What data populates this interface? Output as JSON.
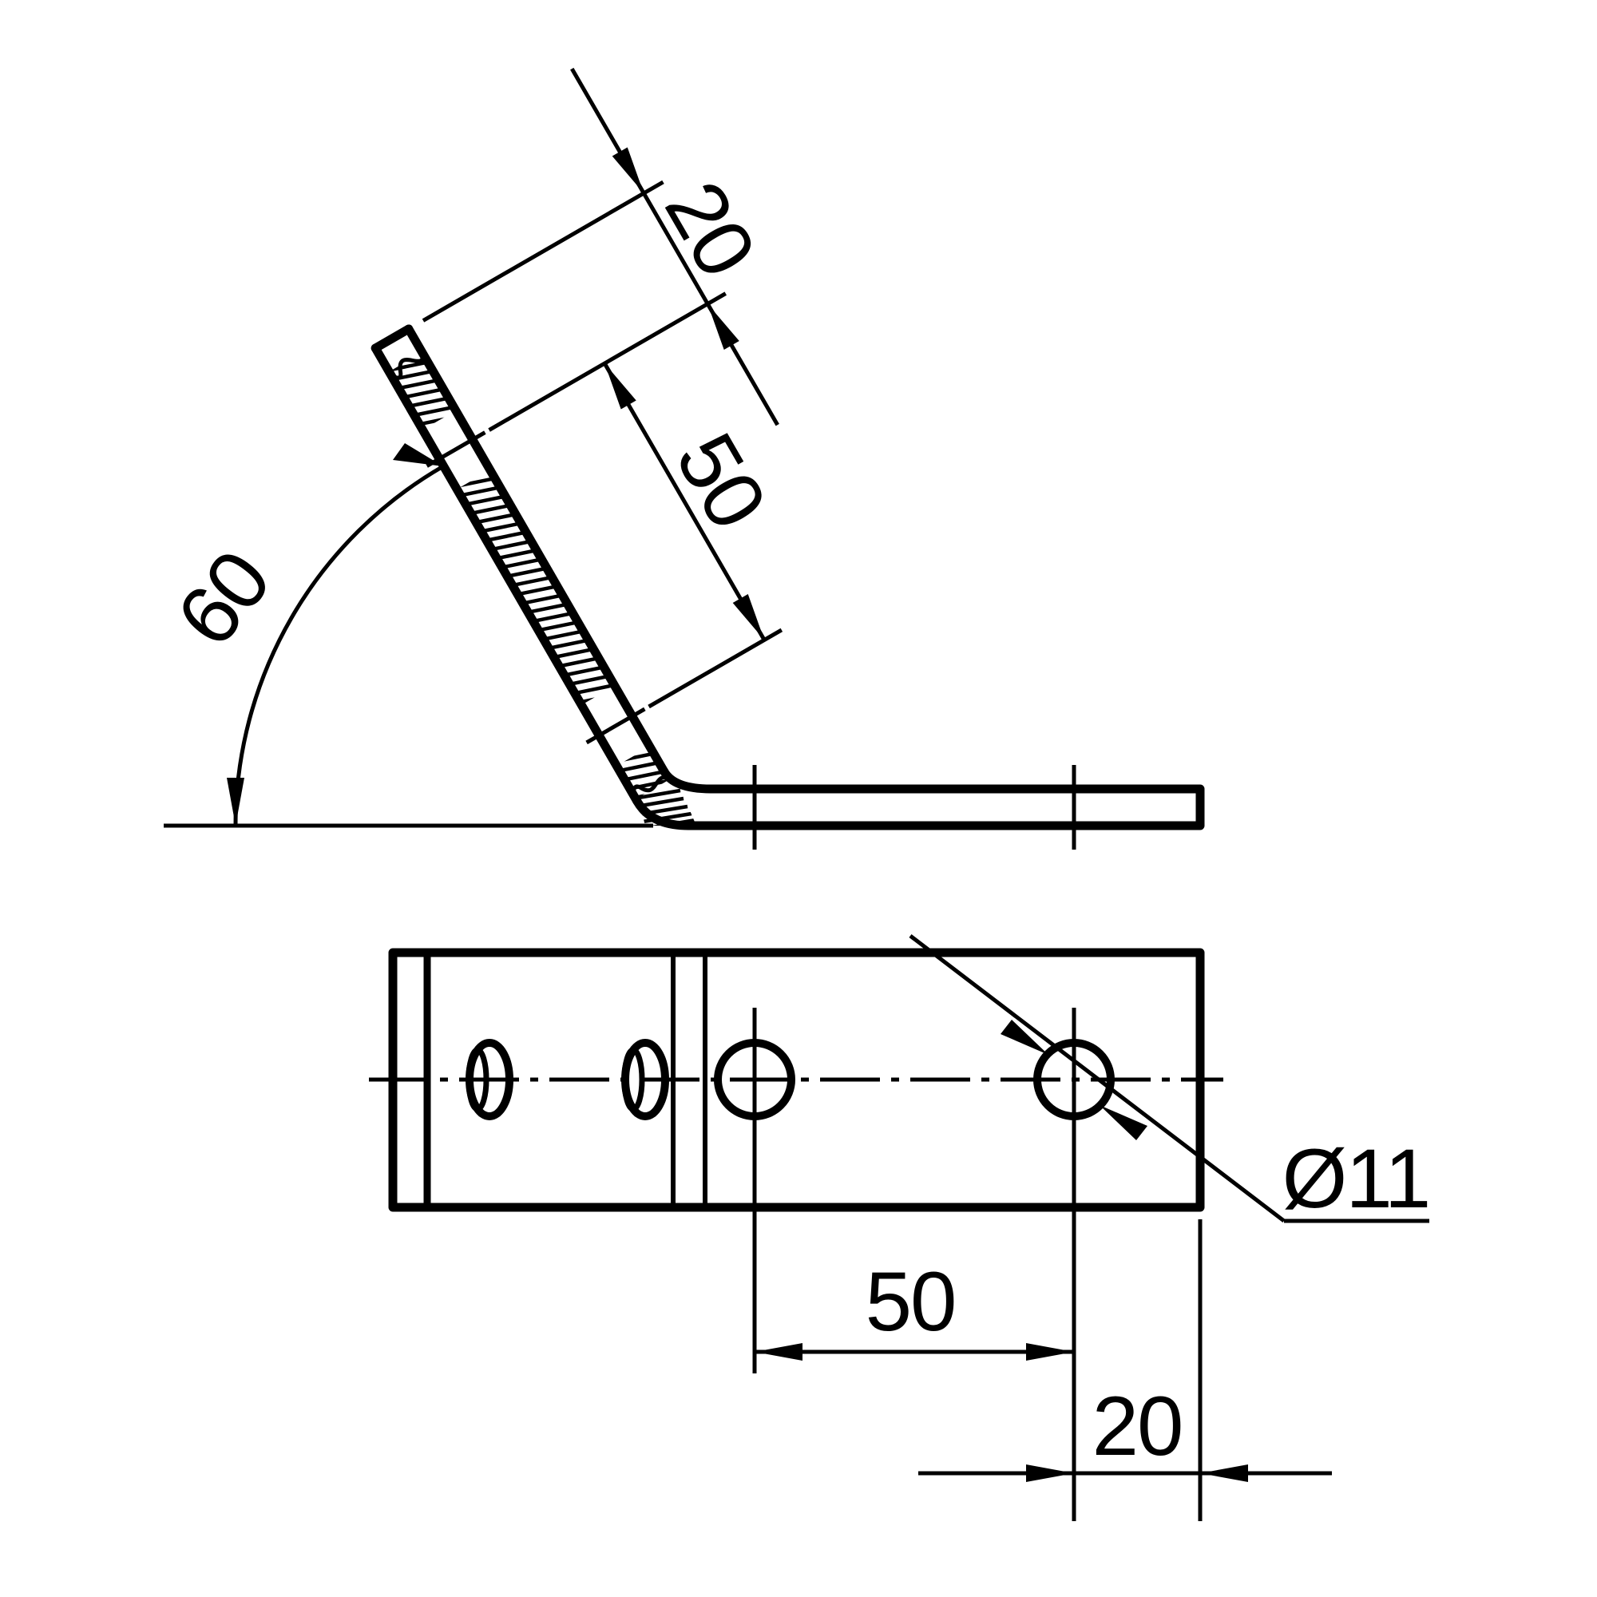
{
  "drawing": {
    "background_color": "#ffffff",
    "stroke_color": "#000000",
    "side_view": {
      "angle_dimension": {
        "value": "60"
      },
      "end_to_first_hole_dimension": {
        "value": "20"
      },
      "hole_spacing_dimension": {
        "value": "50"
      }
    },
    "top_view": {
      "hole_spacing_dimension": {
        "value": "50"
      },
      "hole_to_end_dimension": {
        "value": "20"
      },
      "hole_diameter_dimension": {
        "value": "Ø11"
      }
    }
  }
}
